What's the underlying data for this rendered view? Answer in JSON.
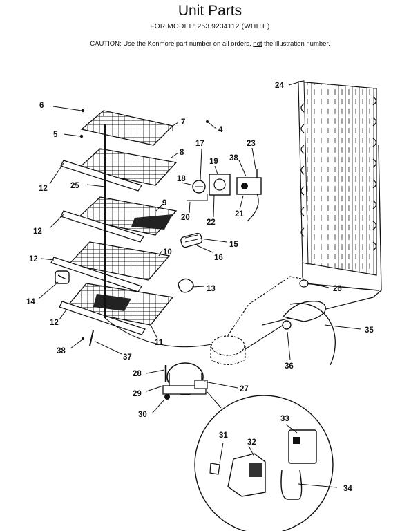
{
  "header": {
    "title": "Unit Parts",
    "subtitle": "FOR MODEL: 253.9234112  (WHITE)",
    "caution_prefix": "CAUTION:  Use the Kenmore part number on all orders, ",
    "caution_emphasis": "not",
    "caution_suffix": " the illustration number."
  },
  "callouts": {
    "c1": "6",
    "c2": "5",
    "c3": "7",
    "c4": "4",
    "c5": "17",
    "c6": "19",
    "c7": "23",
    "c8": "38",
    "c9": "18",
    "c10": "8",
    "c11": "12",
    "c12": "25",
    "c13": "9",
    "c14": "20",
    "c15": "22",
    "c16": "21",
    "c17": "12",
    "c18": "15",
    "c19": "16",
    "c20": "12",
    "c21": "10",
    "c22": "14",
    "c23": "13",
    "c24": "12",
    "c25": "11",
    "c26": "38",
    "c27": "37",
    "c28": "24",
    "c29": "26",
    "c30": "35",
    "c31": "36",
    "c32": "28",
    "c33": "27",
    "c34": "29",
    "c35": "30",
    "c36": "33",
    "c37": "31",
    "c38": "32",
    "c39": "34"
  }
}
